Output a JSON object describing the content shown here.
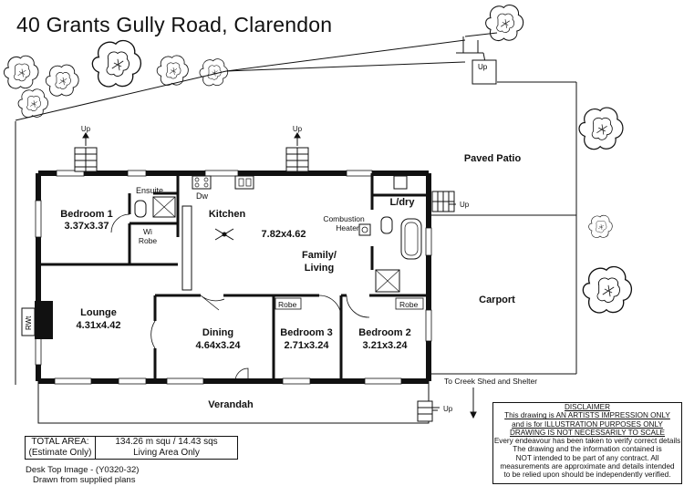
{
  "title": "40 Grants Gully Road, Clarendon",
  "rooms": {
    "bedroom1": {
      "name": "Bedroom 1",
      "dims": "3.37x3.37"
    },
    "ensuite": "Ensuite",
    "wi_robe": [
      "Wi",
      "Robe"
    ],
    "kitchen": "Kitchen",
    "dw": "Dw",
    "living_dims": "7.82x4.62",
    "family_living": [
      "Family/",
      "Living"
    ],
    "combustion_heater": [
      "Combustion",
      "Heater"
    ],
    "laundry": "L/dry",
    "lounge": {
      "name": "Lounge",
      "dims": "4.31x4.42"
    },
    "dining": {
      "name": "Dining",
      "dims": "4.64x3.24"
    },
    "bedroom3": {
      "name": "Bedroom 3",
      "dims": "2.71x3.24"
    },
    "bedroom2": {
      "name": "Bedroom 2",
      "dims": "3.21x3.24"
    },
    "robe": "Robe",
    "verandah": "Verandah",
    "paved_patio": "Paved Patio",
    "carport": "Carport",
    "rwt": "RWt"
  },
  "labels": {
    "up": "Up",
    "to_creek": "To Creek Shed and Shelter"
  },
  "total_area": {
    "label": [
      "TOTAL AREA:",
      "(Estimate Only)"
    ],
    "value": [
      "134.26 m squ /  14.43 sqs",
      "Living Area Only"
    ]
  },
  "footnote": [
    "Desk Top Image - (Y0320-32)",
    "Drawn from supplied plans"
  ],
  "disclaimer": {
    "heading": "DISCLAIMER",
    "line1": "This drawing is AN ARTISTS IMPRESSION ONLY",
    "line2": "and is for ILLUSTRATION PURPOSES ONLY",
    "line3": "DRAWING IS NOT NECESSARILY TO SCALE",
    "body": [
      "Every endeavour has been taken to verify correct details",
      "The drawing and the information contained is",
      "NOT intended to be part of any contract. All",
      "measurements are approximate and details intended",
      "to be relied upon should be independently verified."
    ]
  }
}
